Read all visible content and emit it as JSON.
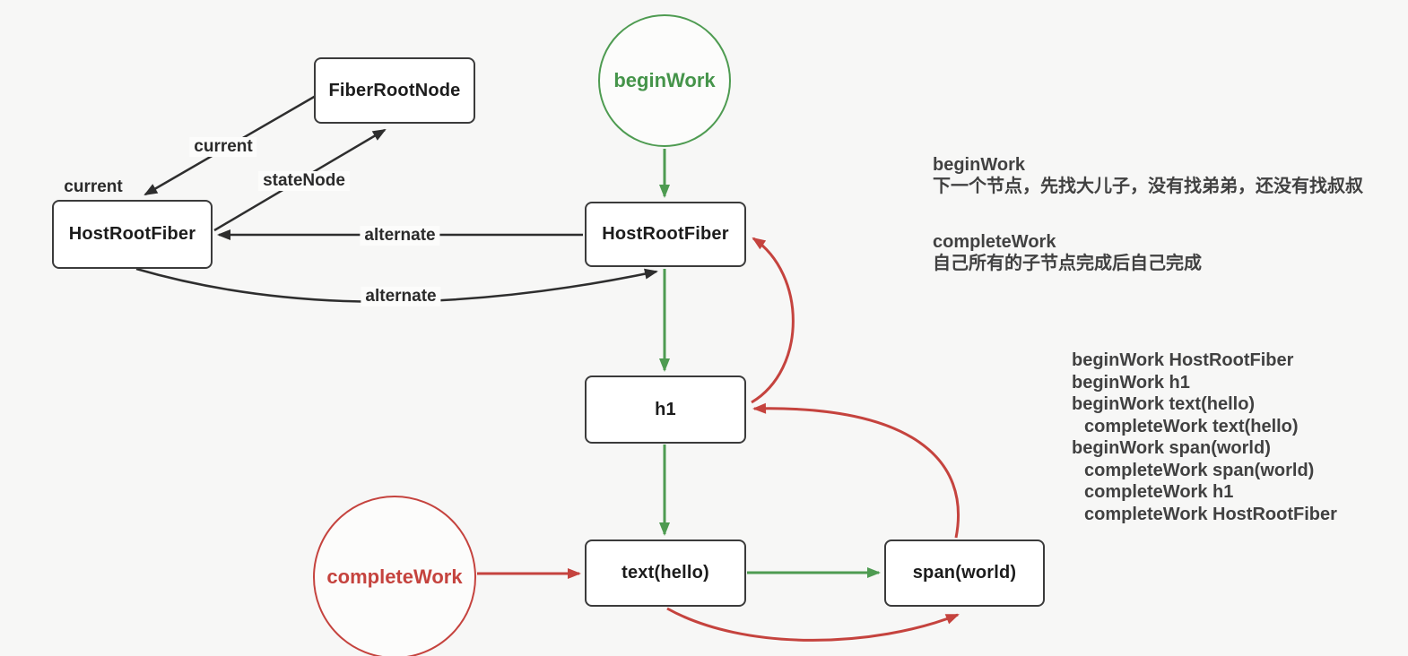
{
  "diagram_title": "React Fiber work loop diagram",
  "colors": {
    "background": "#f7f7f6",
    "begin_work_green": "#4e9b51",
    "complete_work_red": "#c5433e",
    "pointer_edge_black": "#2e2e2e",
    "node_border": "#3b3b3b",
    "node_fill": "#ffffff"
  },
  "nodes": {
    "fiber_root_node": {
      "label": "FiberRootNode"
    },
    "host_root_fiber_current": {
      "label": "HostRootFiber"
    },
    "host_root_fiber_wip": {
      "label": "HostRootFiber"
    },
    "h1": {
      "label": "h1"
    },
    "text_hello": {
      "label": "text(hello)"
    },
    "span_world": {
      "label": "span(world)"
    }
  },
  "phases": {
    "begin_work": {
      "label": "beginWork"
    },
    "complete_work": {
      "label": "completeWork"
    }
  },
  "edge_labels": {
    "current_node": "current",
    "current_edge": "current",
    "state_node_edge": "stateNode",
    "alternate_edge": "alternate",
    "alternate_curve_edge": "alternate"
  },
  "notes": {
    "begin_work_title": "beginWork",
    "begin_work_desc": "下一个节点，先找大儿子，没有找弟弟，还没有找叔叔",
    "complete_work_title": "completeWork",
    "complete_work_desc": "自己所有的子节点完成后自己完成"
  },
  "trace": {
    "lines": [
      {
        "text": "beginWork HostRootFiber",
        "indent": false
      },
      {
        "text": "beginWork h1",
        "indent": false
      },
      {
        "text": "beginWork text(hello)",
        "indent": false
      },
      {
        "text": "completeWork text(hello)",
        "indent": true
      },
      {
        "text": "beginWork span(world)",
        "indent": false
      },
      {
        "text": "completeWork span(world)",
        "indent": true
      },
      {
        "text": "completeWork h1",
        "indent": true
      },
      {
        "text": "completeWork HostRootFiber",
        "indent": true
      }
    ]
  }
}
